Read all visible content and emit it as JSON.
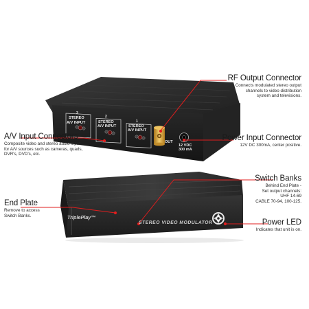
{
  "callouts": {
    "rf": {
      "title": "RF Output Connector",
      "lines": [
        "Connects modulated stereo output",
        "channels to video distribution",
        "system and televisions."
      ]
    },
    "av": {
      "title": "A/V Input Connectors",
      "lines": [
        "Composite video and stereo audio input",
        "for A/V sources such as cameras, quads,",
        "DVR's, DVD's, etc."
      ]
    },
    "power_input": {
      "title": "Power Input Connector",
      "lines": [
        "12V DC 300mA, center positive."
      ]
    },
    "switch": {
      "title": "Switch Banks",
      "lines": [
        "Behind End Plate -",
        "Set output channels:",
        "UHF 14-69",
        "CABLE 70-94, 100-125."
      ]
    },
    "end": {
      "title": "End Plate",
      "lines": [
        "Remove to access",
        "Switch Banks."
      ]
    },
    "led": {
      "title": "Power LED",
      "lines": [
        "Indicates that unit is on."
      ]
    }
  },
  "device_top": {
    "ports": [
      {
        "number": "3",
        "stereo": "STEREO",
        "avin": "A/V INPUT"
      },
      {
        "number": "2",
        "stereo": "STEREO",
        "avin": "A/V INPUT"
      },
      {
        "number": "1",
        "stereo": "STEREO",
        "avin": "A/V INPUT"
      }
    ],
    "out_label": "OUT",
    "power_label_1": "12 VDC",
    "power_label_2": "300 mA"
  },
  "device_bottom": {
    "brand": "TriplePlay™",
    "model": "STEREO VIDEO MODULATOR"
  },
  "colors": {
    "leader_red": "#e01e1e",
    "device_dark": "#2b2b2b",
    "connector_gold": "#d8a23a"
  }
}
